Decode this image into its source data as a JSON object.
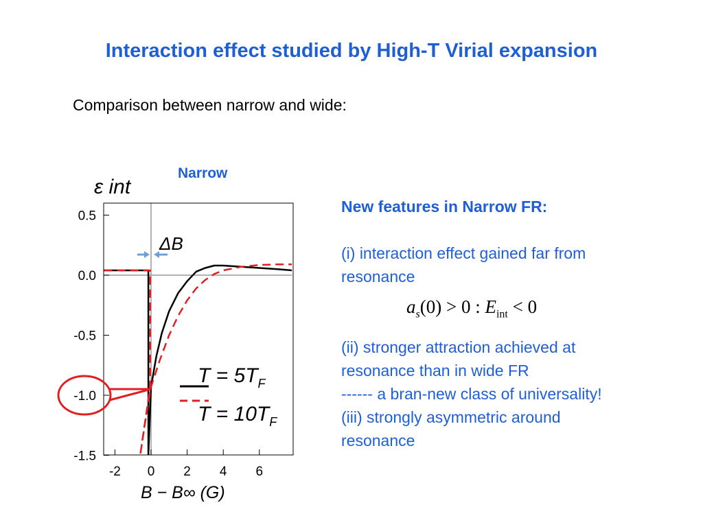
{
  "slide": {
    "title": "Interaction effect studied by High-T Virial expansion",
    "subtitle": "Comparison between narrow and wide:",
    "panel_label": "Narrow"
  },
  "notes": {
    "heading": "New features in Narrow FR:",
    "item1_line1": "(i) interaction effect gained far from",
    "item1_line2": "resonance",
    "formula": {
      "lhs": "a",
      "lhs_sub": "s",
      "middle": "(0) > 0 : ",
      "rhs": "E",
      "rhs_sub": "int",
      "tail": " < 0"
    },
    "item2_line1": "(ii) stronger attraction achieved at",
    "item2_line2": "resonance than in wide FR",
    "item2_line3": "------ a bran-new class of universality!",
    "item3_line1": "(iii) strongly asymmetric around",
    "item3_line2": "resonance"
  },
  "colors": {
    "accent_blue": "#1f5fd6",
    "series_black": "#000000",
    "series_red": "#e02020",
    "highlight_circle": "#e02020",
    "arrow_blue": "#6f9fd8"
  },
  "chart_data": {
    "type": "line",
    "ylabel": "ε int",
    "xlabel": "B − B∞ (G)",
    "xlim": [
      -2.6,
      7.8
    ],
    "ylim": [
      -1.5,
      0.6
    ],
    "x_ticks": [
      "-2",
      "0",
      "2",
      "4",
      "6"
    ],
    "y_ticks": [
      "0.5",
      "0.0",
      "-0.5",
      "-1.0",
      "-1.5"
    ],
    "annotation_deltaB": "ΔB",
    "reference_lines": {
      "x": 0,
      "y": 0
    },
    "series": [
      {
        "name": "T = 5T_F",
        "legend_main": "T = 5T",
        "legend_sub": "F",
        "style": "solid",
        "x": [
          -2.6,
          -0.15,
          -0.15,
          0.0,
          0.3,
          0.6,
          1.0,
          1.5,
          2.0,
          2.5,
          3.0,
          3.5,
          4.0,
          5.0,
          6.0,
          7.0,
          7.8
        ],
        "y": [
          0.04,
          0.04,
          -1.5,
          -0.93,
          -0.67,
          -0.48,
          -0.3,
          -0.15,
          -0.05,
          0.03,
          0.06,
          0.08,
          0.08,
          0.07,
          0.06,
          0.05,
          0.04
        ]
      },
      {
        "name": "T = 10T_F",
        "legend_main": "T = 10T",
        "legend_sub": "F",
        "style": "dashed",
        "x": [
          -2.6,
          -0.05,
          -0.05,
          -0.6,
          -0.3,
          0.0,
          0.5,
          1.0,
          1.5,
          2.0,
          2.5,
          3.0,
          3.5,
          4.0,
          5.0,
          6.0,
          7.0,
          7.8
        ],
        "y": [
          0.04,
          0.04,
          -0.93,
          -1.5,
          -1.2,
          -0.93,
          -0.7,
          -0.5,
          -0.34,
          -0.21,
          -0.11,
          -0.04,
          0.01,
          0.04,
          0.07,
          0.085,
          0.09,
          0.09
        ]
      }
    ],
    "highlight": {
      "x": 0,
      "y": -0.93
    }
  }
}
